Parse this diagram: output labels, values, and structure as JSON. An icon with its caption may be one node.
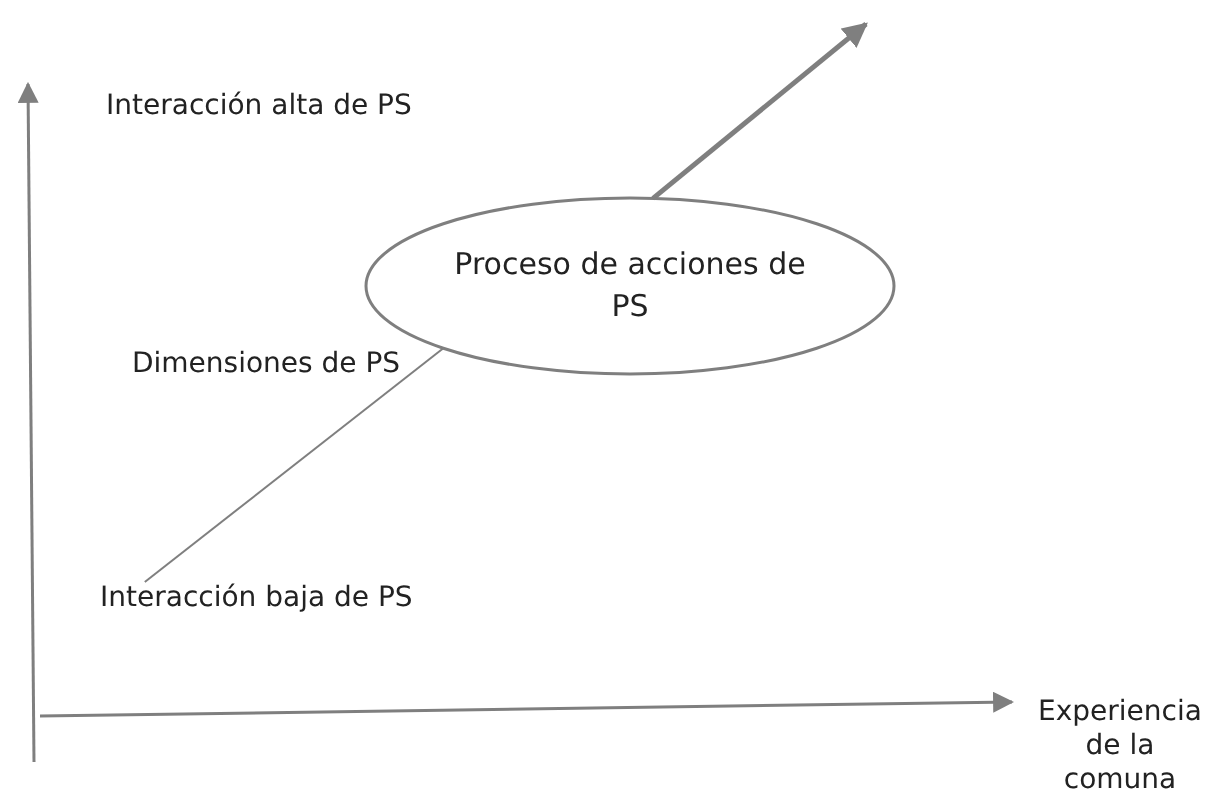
{
  "diagram": {
    "nodes": [
      {
        "text": [
          "Proceso de acciones de PS"
        ]
      },
      {
        "text": [
          "Interacción baja de PS"
        ]
      }
    ],
    "edges": [
      {
        "from": 1,
        "to": 0,
        "arrow": "none"
      },
      {
        "from": 0,
        "to": null,
        "arrow": "to",
        "style": "thick"
      }
    ],
    "labels": [
      "Interacción alta de PS",
      "Dimensiones de PS",
      "Experiencia de la comuna"
    ]
  }
}
